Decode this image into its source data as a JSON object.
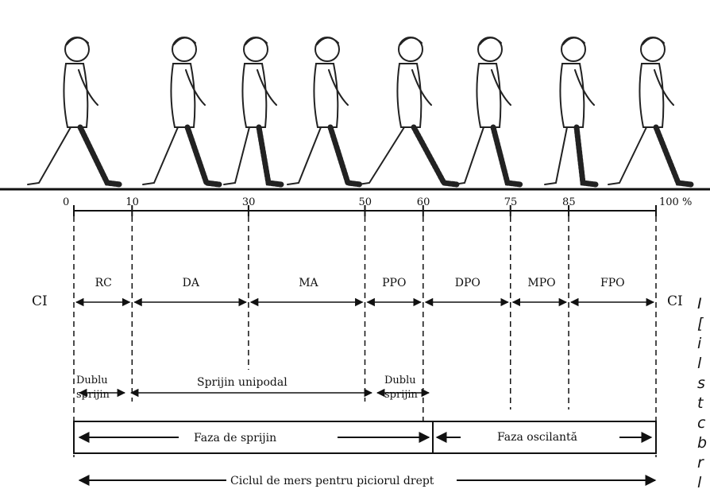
{
  "axis": {
    "ticks": [
      "0",
      "10",
      "30",
      "50",
      "60",
      "75",
      "85",
      "100 %"
    ],
    "tick_values": [
      0,
      10,
      30,
      50,
      60,
      75,
      85,
      100
    ]
  },
  "walker_count": 8,
  "phase_labels": {
    "left": "CI",
    "right": "CI",
    "subphases": [
      {
        "label": "RC",
        "from": 0,
        "to": 10
      },
      {
        "label": "DA",
        "from": 10,
        "to": 30
      },
      {
        "label": "MA",
        "from": 30,
        "to": 50
      },
      {
        "label": "PPO",
        "from": 50,
        "to": 60
      },
      {
        "label": "DPO",
        "from": 60,
        "to": 75
      },
      {
        "label": "MPO",
        "from": 75,
        "to": 85
      },
      {
        "label": "FPO",
        "from": 85,
        "to": 100
      }
    ]
  },
  "support": {
    "double_support": "Dublu sprijin",
    "single_support": "Sprijin unipodal"
  },
  "phases": {
    "stance": "Faza de sprijin",
    "swing": "Faza oscilantă"
  },
  "cycle_label": "Ciclul de mers pentru piciorul drept",
  "side_text_lines": [
    "I",
    "[",
    "i",
    "l",
    "s",
    "t",
    "c",
    "b",
    "r",
    "l"
  ]
}
